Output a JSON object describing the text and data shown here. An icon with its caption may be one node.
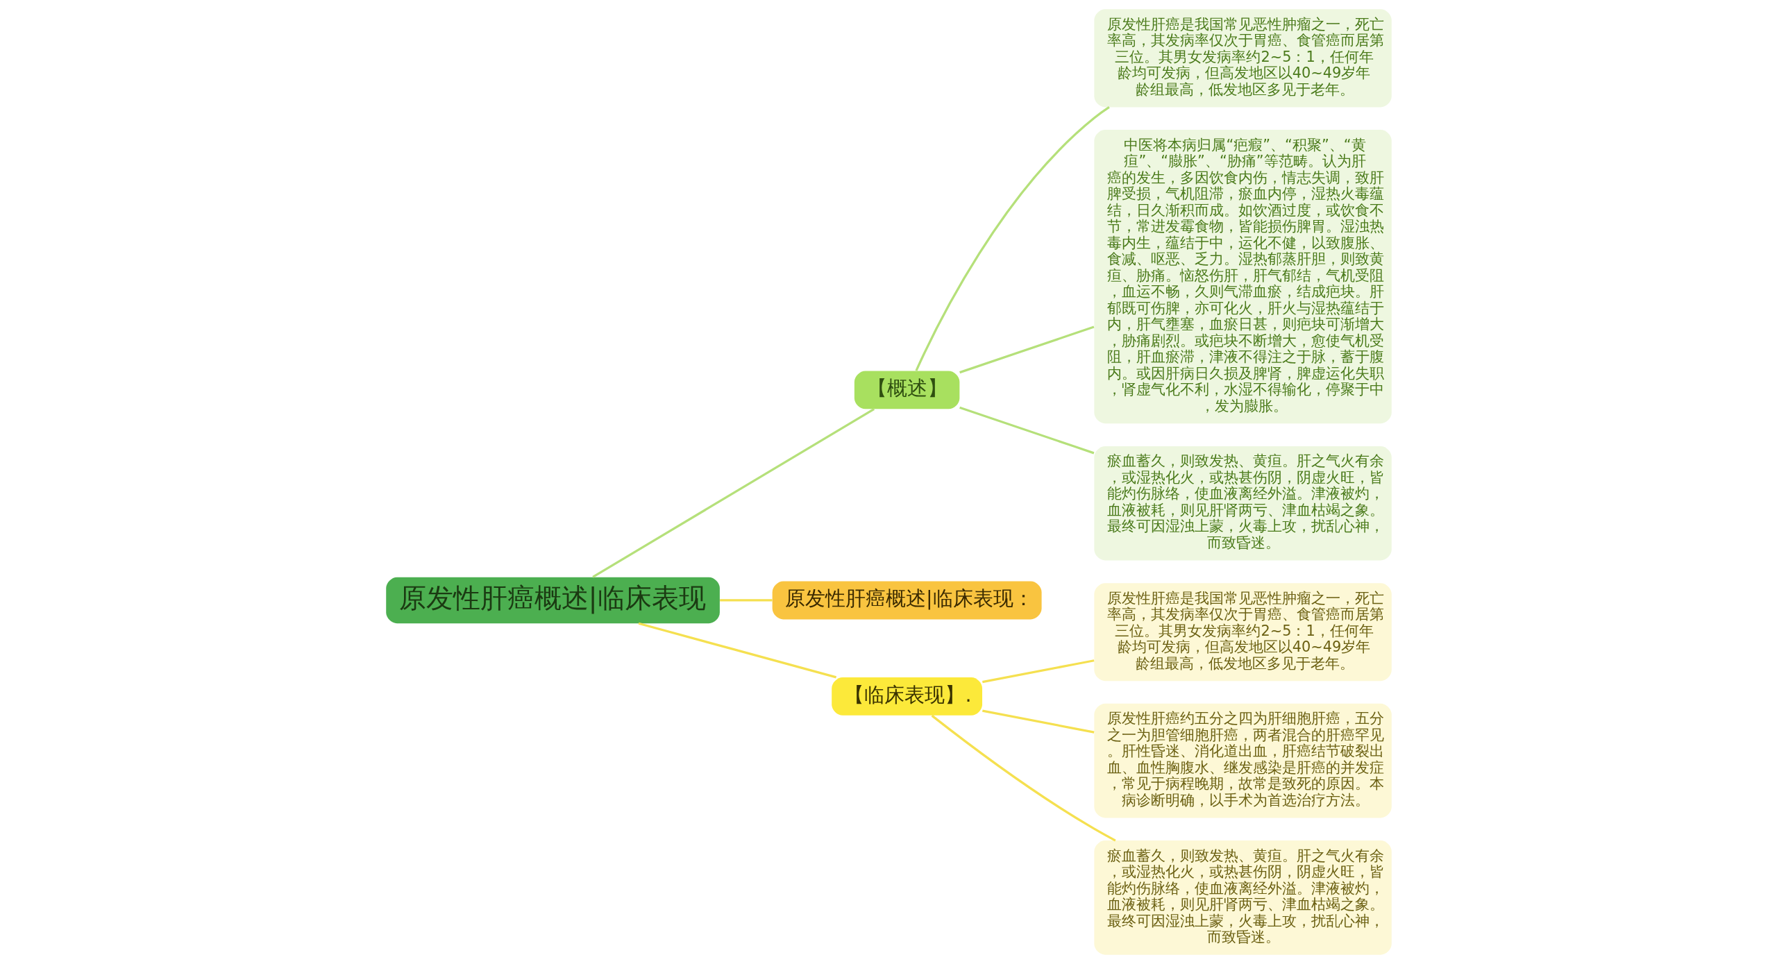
{
  "diagram": {
    "nodes": [
      {
        "text": [
          "原发性肝癌概述|临床表现"
        ]
      },
      {
        "text": [
          "【概述】"
        ]
      },
      {
        "text": [
          "原发性肝癌是我国常见恶性肿瘤之一，死亡率高，其发病率仅次于胃癌、食管癌而居第三位。其男女发病率约2~5：1，任何年龄均可发病，但高发地区以40~49岁年龄组最高，低发地区多见于老年。"
        ]
      },
      {
        "text": [
          "中医将本病归属“疤瘕”、“积聚”、“黄疸”、“臌胀”、“胁痛”等范畴。认为肝癌的发生，多因饮食内伤，情志失调，致肝脾受损，气机阻滞，瘀血内停，湿热火毒蕴结，日久渐积而成。如饮酒过度，或饮食不节，常进发霉食物，皆能损伤脾胃。湿浊热毒内生，蕴结于中，运化不健，以致腹胀、食减、呕恶、乏力。湿热郁蒸肝胆，则致黄疸、胁痛。恼怒伤肝，肝气郁结，气机受阻，血运不畅，久则气滞血瘀，结成疤块。肝郁既可伤脾，亦可化火，肝火与湿热蕴结于内，肝气壅塞，血瘀日甚，则疤块可渐增大，胁痛剧烈。或疤块不断增大，愈使气机受阻，肝血瘀滞，津液不得注之于脉，蓄于腹内。或因肝病日久损及脾肾，脾虚运化失职，肾虚气化不利，水湿不得输化，停聚于中，发为臌胀。"
        ]
      },
      {
        "text": [
          "瘀血蓄久，则致发热、黄疸。肝之气火有余，或湿热化火，或热甚伤阴，阴虚火旺，皆能灼伤脉络，使血液离经外溢。津液被灼，血液被耗，则见肝肾两亏、津血枯竭之象。最终可因湿浊上蒙，火毒上攻，扰乱心神，而致昏迷。"
        ]
      },
      {
        "text": [
          "原发性肝癌概述|临床表现："
        ]
      },
      {
        "text": [
          "【临床表现】."
        ]
      },
      {
        "text": [
          "原发性肝癌是我国常见恶性肿瘤之一，死亡率高，其发病率仅次于胃癌、食管癌而居第三位。其男女发病率约2~5：1，任何年龄均可发病，但高发地区以40~49岁年龄组最高，低发地区多见于老年。"
        ]
      },
      {
        "text": [
          "原发性肝癌约五分之四为肝细胞肝癌，五分之一为胆管细胞肝癌，两者混合的肝癌罕见。肝性昏迷、消化道出血，肝癌结节破裂出血、血性胸腹水、继发感染是肝癌的并发症，常见于病程晚期，故常是致死的原因。本病诊断明确，以手术为首选治疗方法。"
        ]
      },
      {
        "text": [
          "瘀血蓄久，则致发热、黄疸。肝之气火有余，或湿热化火，或热甚伤阴，阴虚火旺，皆能灼伤脉络，使血液离经外溢。津液被灼，血液被耗，则见肝肾两亏、津血枯竭之象。最终可因湿浊上蒙，火毒上攻，扰乱心神，而致昏迷。"
        ]
      }
    ],
    "edges": [
      {
        "from": 0,
        "to": 1,
        "arrow": "none",
        "color": "#b5e07a"
      },
      {
        "from": 1,
        "to": 2,
        "arrow": "none",
        "color": "#b5e07a"
      },
      {
        "from": 1,
        "to": 3,
        "arrow": "none",
        "color": "#b5e07a"
      },
      {
        "from": 1,
        "to": 4,
        "arrow": "none",
        "color": "#b5e07a"
      },
      {
        "from": 0,
        "to": 5,
        "arrow": "none"
      },
      {
        "from": 0,
        "to": 6,
        "arrow": "none"
      },
      {
        "from": 6,
        "to": 7,
        "arrow": "none"
      },
      {
        "from": 6,
        "to": 8,
        "arrow": "none"
      },
      {
        "from": 6,
        "to": 9,
        "arrow": "none"
      }
    ]
  }
}
